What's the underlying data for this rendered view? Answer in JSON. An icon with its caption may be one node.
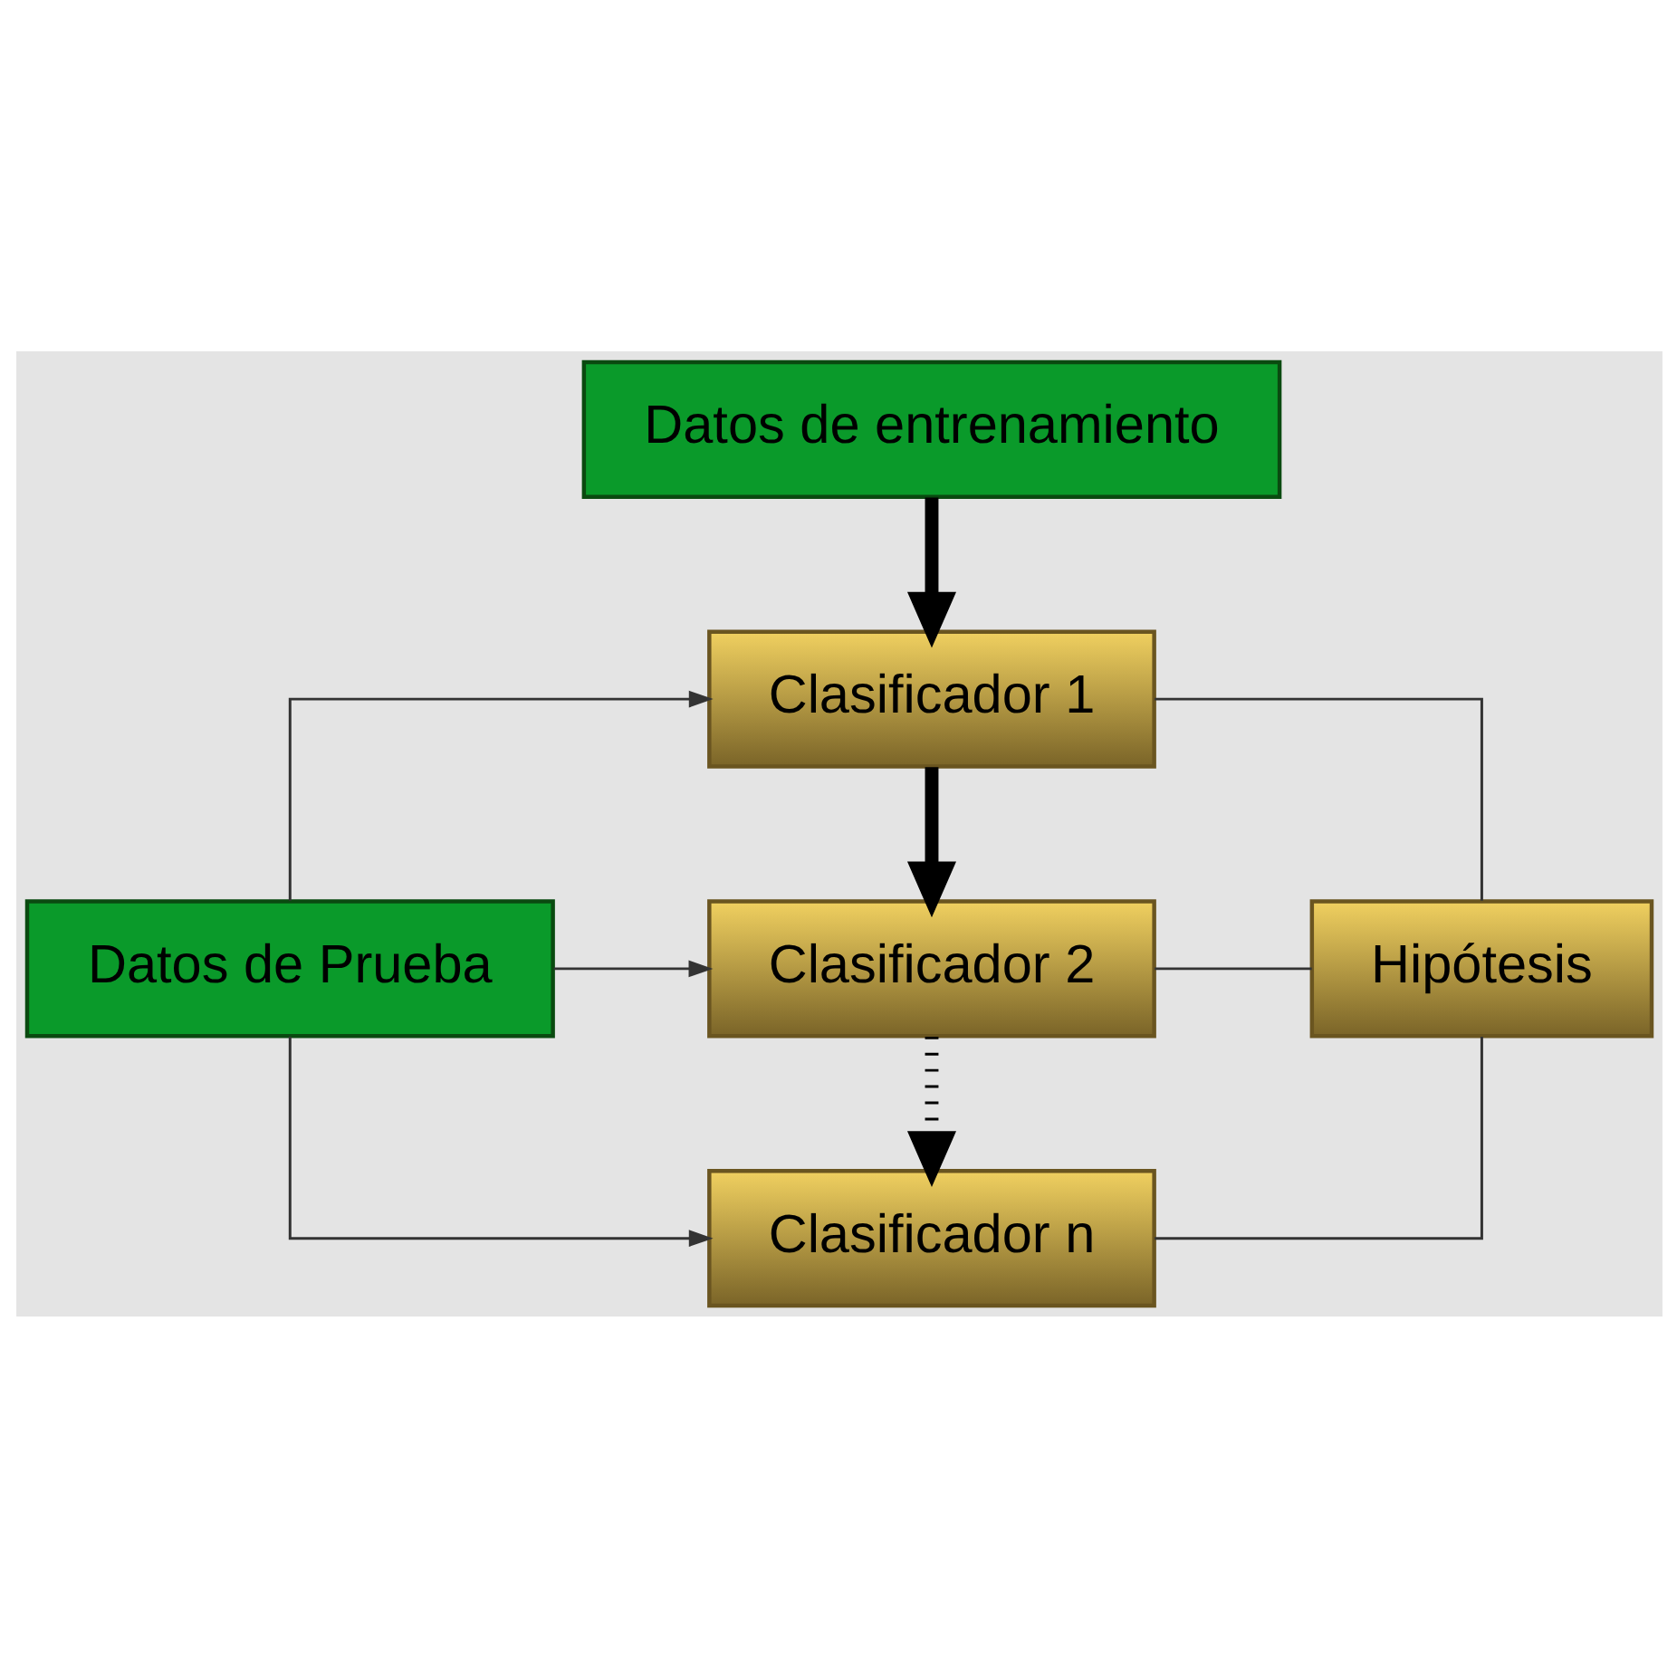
{
  "diagram": {
    "nodes": [
      {
        "text": [
          "Datos de entrenamiento"
        ]
      },
      {
        "text": [
          "Clasificador 1"
        ]
      },
      {
        "text": [
          "Datos de Prueba"
        ]
      },
      {
        "text": [
          "Clasificador 2"
        ]
      },
      {
        "text": [
          "Clasificador n"
        ]
      },
      {
        "text": [
          "Hipótesis"
        ]
      }
    ],
    "edges": [
      {
        "from": 0,
        "to": 1,
        "arrow": "to",
        "style": "thick"
      },
      {
        "from": 2,
        "to": 1,
        "arrow": "to"
      },
      {
        "from": 1,
        "to": 3,
        "arrow": "to",
        "style": "thick"
      },
      {
        "from": 2,
        "to": 3,
        "arrow": "to"
      },
      {
        "from": 3,
        "to": 4,
        "arrow": "to",
        "style": "dashed"
      },
      {
        "from": 2,
        "to": 4,
        "arrow": "to"
      },
      {
        "from": 1,
        "to": 5,
        "arrow": "none"
      },
      {
        "from": 3,
        "to": 5,
        "arrow": "none"
      },
      {
        "from": 4,
        "to": 5,
        "arrow": "none"
      }
    ]
  }
}
